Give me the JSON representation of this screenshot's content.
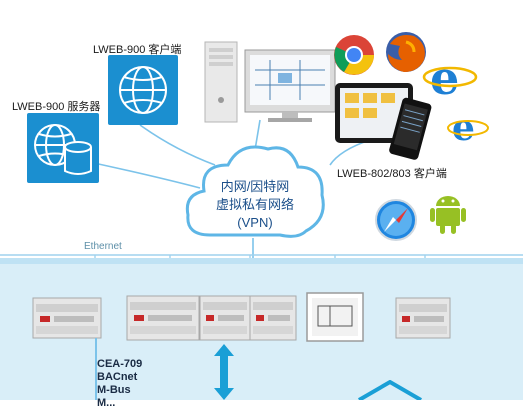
{
  "labels": {
    "server": "LWEB-900 服务器",
    "client900": "LWEB-900 客户端",
    "client802": "LWEB-802/803 客户端",
    "ethernet": "Ethernet"
  },
  "cloud": {
    "line1": "内网/因特网",
    "line2": "虚拟私有网络",
    "line3": "(VPN)"
  },
  "protocols": [
    "CEA-709",
    "BACnet",
    "M-Bus",
    "M..."
  ],
  "colors": {
    "accent": "#1b8fd0",
    "cloud_border": "#5eb6e6",
    "line": "#7cc3ea",
    "bus_bg": "#d9eef8",
    "arrow": "#1a9fd6"
  },
  "icons": [
    "globe-icon",
    "database-icon",
    "chrome-icon",
    "firefox-icon",
    "ie-icon",
    "safari-icon",
    "android-icon"
  ]
}
